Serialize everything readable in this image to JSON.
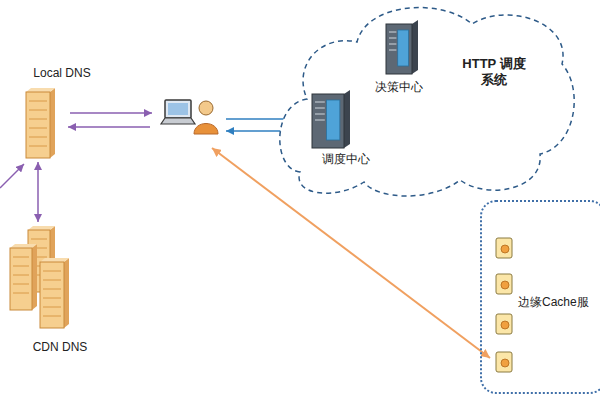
{
  "diagram": {
    "nodes": [
      {
        "text": [
          "Local DNS"
        ]
      },
      {
        "text": [
          "CDN DNS"
        ]
      },
      {
        "text": [
          "HTTP 调度系统"
        ]
      },
      {
        "text": [
          "决策中心"
        ],
        "in": 2
      },
      {
        "text": [
          "调度中心"
        ],
        "in": 2
      },
      {
        "text": [
          "边缘Cache服"
        ]
      }
    ],
    "edges": [
      {
        "from": 0,
        "to": 1,
        "arrow": "both"
      },
      {
        "from": 4,
        "to": 3,
        "arrow": "both"
      }
    ]
  }
}
